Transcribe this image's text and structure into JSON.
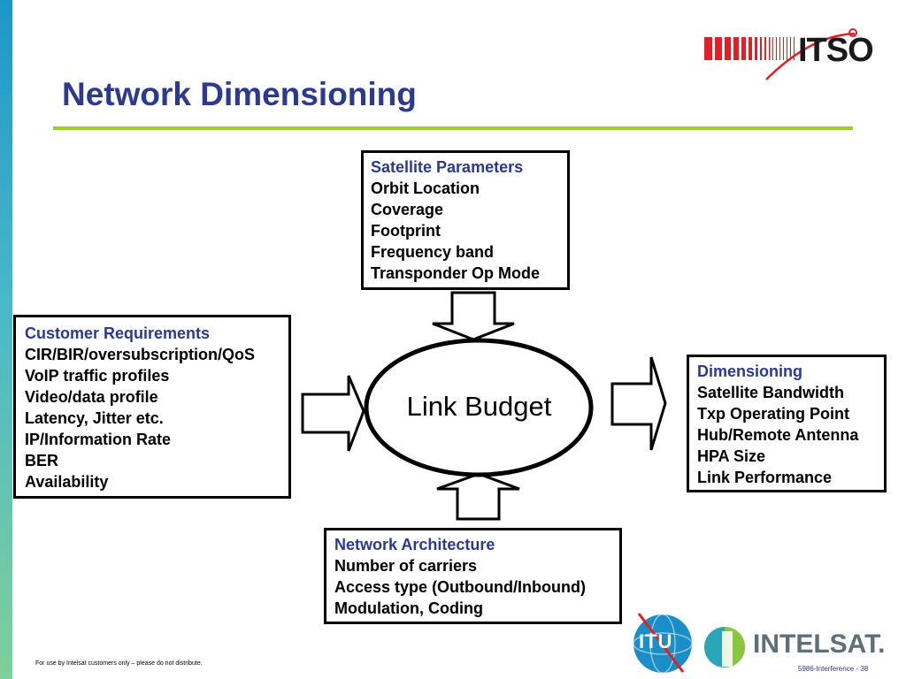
{
  "slide": {
    "title": "Network Dimensioning",
    "footer_note": "For use by Intelsat customers only – please do not distribute.",
    "slide_number": "5986-Interference - 38"
  },
  "logos": {
    "itso": "ITSO",
    "itu": "ITU",
    "intelsat": "INTELSAT."
  },
  "center": {
    "label": "Link Budget"
  },
  "satellite_box": {
    "heading": "Satellite Parameters",
    "items": [
      "Orbit Location",
      "Coverage",
      "Footprint",
      "Frequency band",
      "Transponder Op Mode"
    ]
  },
  "customer_box": {
    "heading": "Customer Requirements",
    "items": [
      "CIR/BIR/oversubscription/QoS",
      "VoIP traffic profiles",
      "Video/data profile",
      "Latency, Jitter etc.",
      "IP/Information Rate",
      "BER",
      "Availability"
    ]
  },
  "dimensioning_box": {
    "heading": "Dimensioning",
    "items": [
      "Satellite Bandwidth",
      "Txp Operating Point",
      "Hub/Remote Antenna",
      "HPA Size",
      "Link Performance"
    ]
  },
  "network_box": {
    "heading": "Network Architecture",
    "items": [
      "Number of carriers",
      "Access type (Outbound/Inbound)",
      "Modulation, Coding"
    ]
  },
  "colors": {
    "title": "#2b3990",
    "heading": "#2b3990",
    "rule": "#9acd32",
    "itso_red": "#e31e24",
    "intelsat_grey": "#5c6f7b",
    "itu_blue": "#1b8ec8"
  }
}
